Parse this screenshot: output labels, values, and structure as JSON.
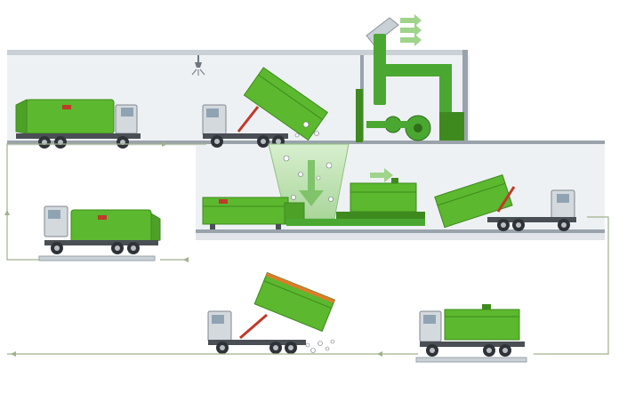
{
  "diagram": {
    "title": "",
    "stations": [
      {
        "id": "truck-parked-top-left",
        "kind": "compactor-truck"
      },
      {
        "id": "truck-tipping-top",
        "kind": "hooklift-truck-tipping"
      },
      {
        "id": "truck-left-middle",
        "kind": "compactor-truck"
      },
      {
        "id": "container-compactor",
        "kind": "stationary-compactor"
      },
      {
        "id": "container-loading",
        "kind": "hooklift-container"
      },
      {
        "id": "truck-unloading-right",
        "kind": "hooklift-truck"
      },
      {
        "id": "truck-emptying-bottom",
        "kind": "hooklift-truck-tipping"
      },
      {
        "id": "truck-on-scale-bottom-right",
        "kind": "hooklift-truck"
      }
    ],
    "icons": [
      "ventilation-fan-icon",
      "exhaust-arrows-icon",
      "spray-nozzle-icon",
      "direction-arrow-icon"
    ]
  },
  "colors": {
    "container_green": "#5cb82e",
    "container_dark": "#3e8a1f",
    "building_gray": "#c9d0d6",
    "interior": "#eef1f4",
    "pipe_green": "#4aa832",
    "cab_gray": "#b8bec4",
    "flow_line": "#9fb08d",
    "hydraulic_red": "#c0392b",
    "chute_green": "#cfe9c4"
  }
}
